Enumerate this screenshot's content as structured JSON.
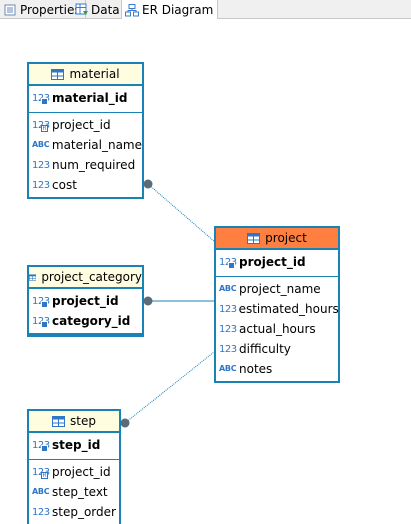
{
  "tabs": [
    {
      "label": "Properties",
      "icon": "properties-icon"
    },
    {
      "label": "Data",
      "icon": "data-grid-icon"
    },
    {
      "label": "ER Diagram",
      "icon": "er-diagram-icon",
      "active": true
    }
  ],
  "entities": {
    "material": {
      "title": "material",
      "pk": [
        {
          "name": "material_id",
          "type": "123"
        }
      ],
      "cols": [
        {
          "name": "project_id",
          "type": "123",
          "fk": true
        },
        {
          "name": "material_name",
          "type": "ABC"
        },
        {
          "name": "num_required",
          "type": "123"
        },
        {
          "name": "cost",
          "type": "123"
        }
      ]
    },
    "project_category": {
      "title": "project_category",
      "pk": [
        {
          "name": "project_id",
          "type": "123"
        },
        {
          "name": "category_id",
          "type": "123"
        }
      ],
      "cols": []
    },
    "step": {
      "title": "step",
      "pk": [
        {
          "name": "step_id",
          "type": "123"
        }
      ],
      "cols": [
        {
          "name": "project_id",
          "type": "123",
          "fk": true
        },
        {
          "name": "step_text",
          "type": "ABC"
        },
        {
          "name": "step_order",
          "type": "123"
        }
      ]
    },
    "project": {
      "title": "project",
      "pk": [
        {
          "name": "project_id",
          "type": "123"
        }
      ],
      "cols": [
        {
          "name": "project_name",
          "type": "ABC"
        },
        {
          "name": "estimated_hours",
          "type": "123"
        },
        {
          "name": "actual_hours",
          "type": "123"
        },
        {
          "name": "difficulty",
          "type": "123"
        },
        {
          "name": "notes",
          "type": "ABC"
        }
      ]
    }
  },
  "colors": {
    "border": "#1a83b5",
    "header_default": "#fffde0",
    "header_selected": "#ff7f40",
    "connector": "#1a83b5",
    "connector_dot": "#5a6b7a"
  }
}
